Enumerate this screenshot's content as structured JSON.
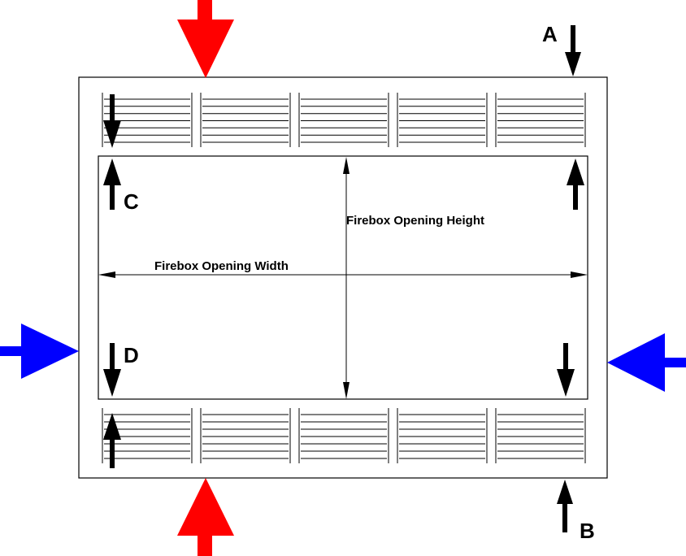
{
  "labels": {
    "a": "A",
    "b": "B",
    "c": "C",
    "d": "D",
    "height": "Firebox Opening Height",
    "width": "Firebox Opening Width"
  },
  "colors": {
    "red_arrow": "#ff0000",
    "blue_arrow": "#0000ff",
    "black_arrow": "#000000",
    "outline": "#000000"
  }
}
